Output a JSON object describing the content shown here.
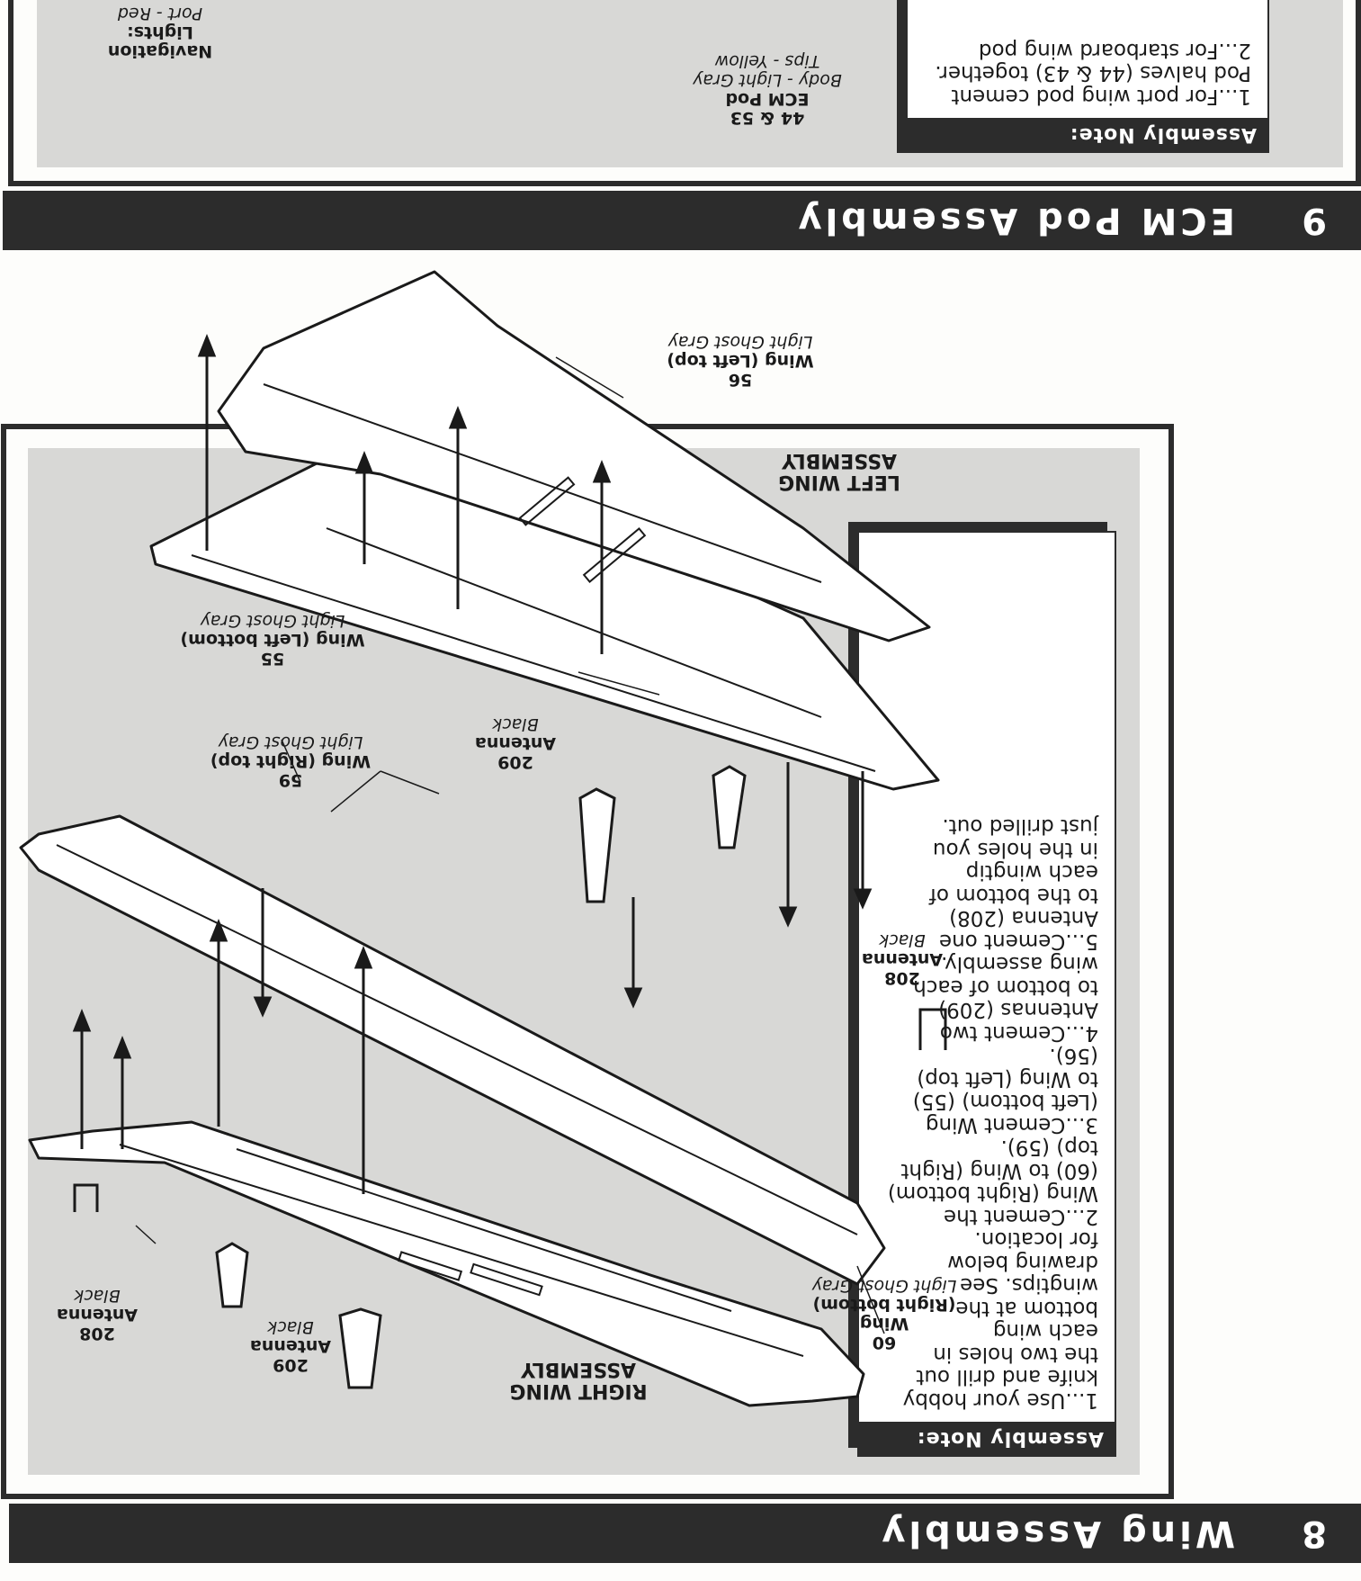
{
  "section8": {
    "number": "8",
    "title": "Wing Assembly",
    "note": {
      "header": "Assembly Note:",
      "steps": [
        "1...Use your hobby\nknife and drill out\nthe two holes in\neach wing\nbottom at the\nwingtips. See\ndrawing below\nfor location.",
        "2...Cement the\nWing (Right bottom)\n(60) to Wing (Right\ntop) (59).",
        "3...Cement Wing\n(Left bottom) (55)\nto Wing (Left top)\n(56).",
        "4...Cement two\nAntennas (209)\nto bottom of each\nwing assembly.",
        "5...Cement one\nAntenna (208)\nto the bottom of\neach wingtip\nin the holes you\njust drilled out."
      ]
    },
    "assemblies": {
      "right": "RIGHT WING\nASSEMBLY",
      "left": "LEFT WING\nASSEMBLY"
    },
    "parts": [
      {
        "id": "p60",
        "number": "60",
        "name": "Wing\n(Right bottom)",
        "color": "Light Ghost Gray"
      },
      {
        "id": "p59",
        "number": "59",
        "name": "Wing (Right top)",
        "color": "Light Ghost Gray"
      },
      {
        "id": "p209a",
        "number": "209",
        "name": "Antenna",
        "color": "Black"
      },
      {
        "id": "p208a",
        "number": "208",
        "name": "Antenna",
        "color": "Black"
      },
      {
        "id": "p209b",
        "number": "209",
        "name": "Antenna",
        "color": "Black"
      },
      {
        "id": "p208b",
        "number": "208",
        "name": "Antenna",
        "color": "Black"
      },
      {
        "id": "p55",
        "number": "55",
        "name": "Wing (Left bottom)",
        "color": "Light Ghost Gray"
      },
      {
        "id": "p56",
        "number": "56",
        "name": "Wing (Left top)",
        "color": "Light Ghost Gray"
      }
    ]
  },
  "section9": {
    "number": "9",
    "title": "ECM Pod Assembly",
    "note": {
      "header": "Assembly Note:",
      "steps": [
        "1...For port wing pod cement\nPod halves (44 & 43) together.",
        "2...For starboard wing pod"
      ]
    },
    "parts": [
      {
        "id": "pod",
        "number": "44 & 53",
        "name": "ECM Pod",
        "color": "Body - Light Gray\nTips - Yellow"
      },
      {
        "id": "nav",
        "name": "Navigation\nLights:",
        "color": "Port - Red"
      }
    ]
  }
}
